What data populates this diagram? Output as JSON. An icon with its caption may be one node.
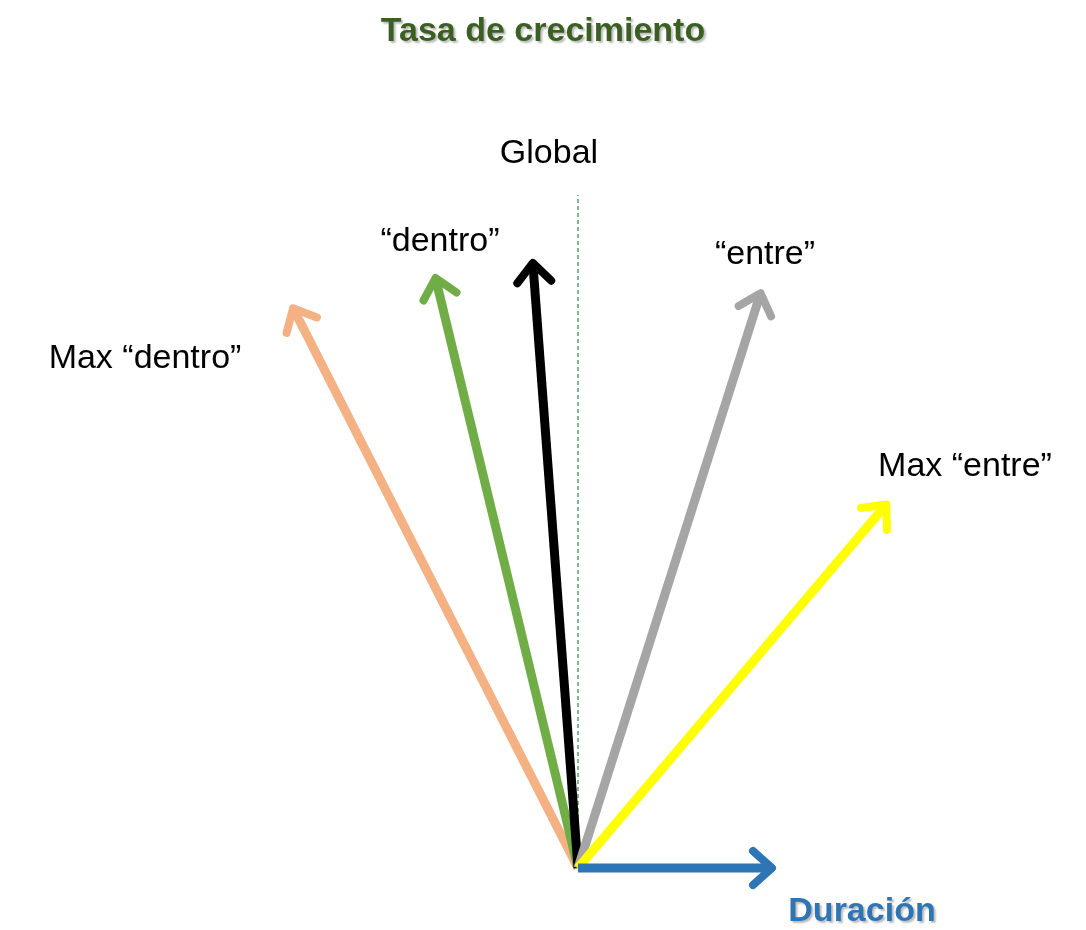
{
  "diagram": {
    "title": "Tasa de crecimiento",
    "nodes": [
      {
        "text": [
          "Global"
        ]
      },
      {
        "text": [
          "“dentro”"
        ]
      },
      {
        "text": [
          "“entre”"
        ]
      },
      {
        "text": [
          "Max “dentro”"
        ]
      },
      {
        "text": [
          "Max “entre”"
        ]
      },
      {
        "text": [
          "Duración"
        ]
      }
    ],
    "edges": [
      {
        "from": null,
        "to": 0,
        "arrow": "none",
        "style": "dashed",
        "color": "#2e8b3e"
      },
      {
        "from": null,
        "to": 3,
        "arrow": "to",
        "color": "#f4b183"
      },
      {
        "from": null,
        "to": 1,
        "arrow": "to",
        "color": "#70ad47"
      },
      {
        "from": null,
        "to": 0,
        "arrow": "to",
        "color": "#000000"
      },
      {
        "from": null,
        "to": 2,
        "arrow": "to",
        "color": "#a5a5a5"
      },
      {
        "from": null,
        "to": 4,
        "arrow": "to",
        "color": "#ffff00"
      },
      {
        "from": null,
        "to": 5,
        "arrow": "to",
        "color": "#2e75b6"
      }
    ]
  }
}
